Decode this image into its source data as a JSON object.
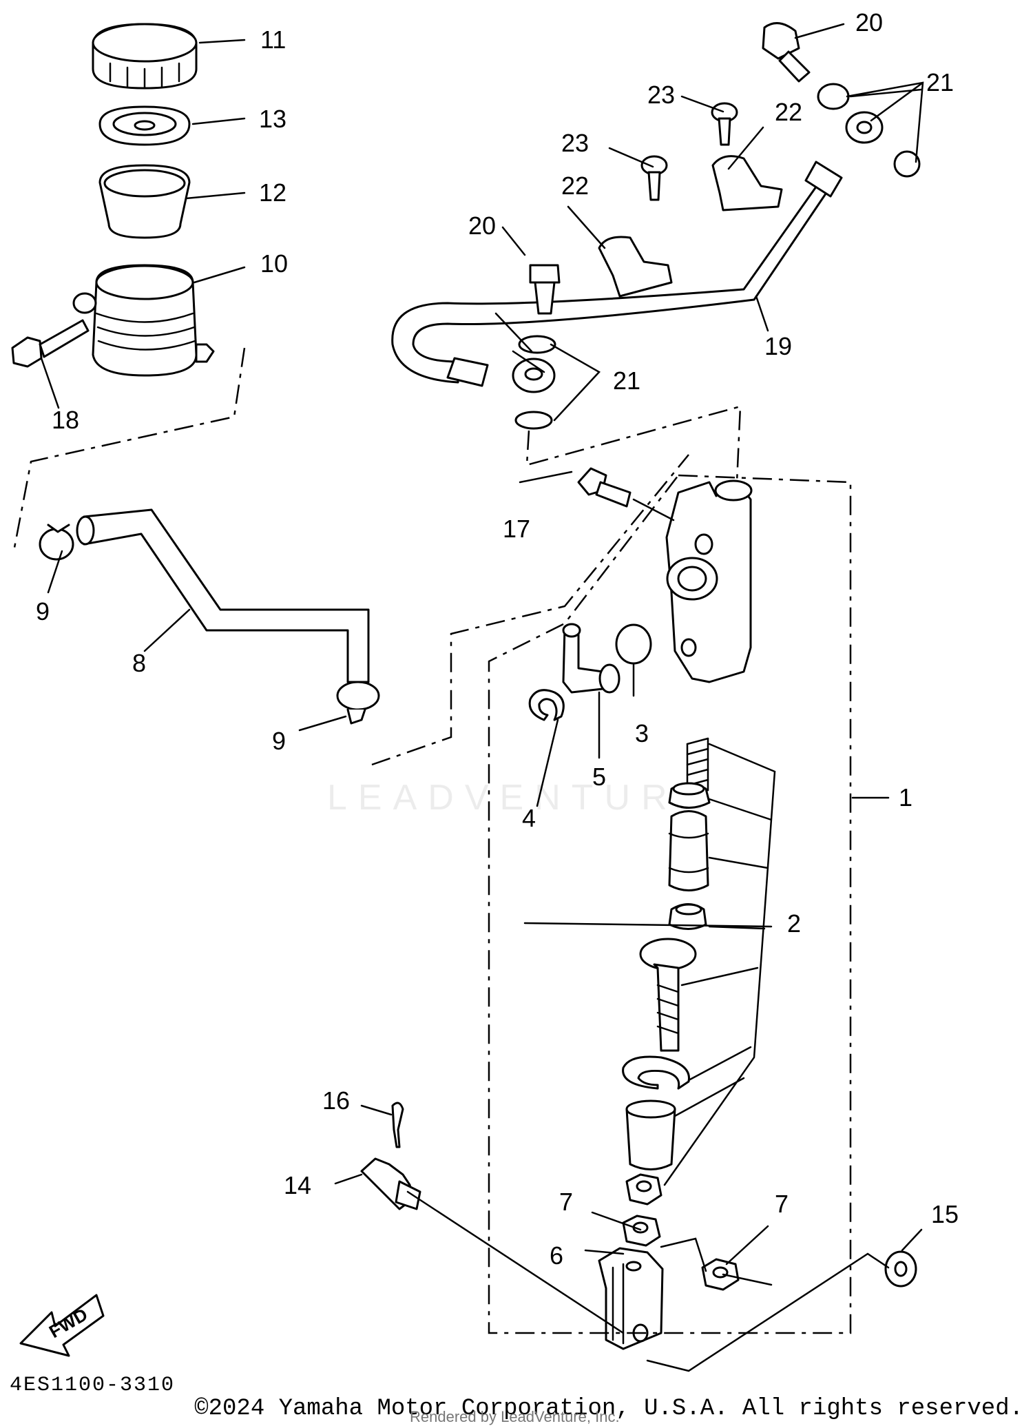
{
  "diagram": {
    "callouts": {
      "c1": "1",
      "c2": "2",
      "c3": "3",
      "c4": "4",
      "c5": "5",
      "c6": "6",
      "c7a": "7",
      "c7b": "7",
      "c8": "8",
      "c9a": "9",
      "c9b": "9",
      "c10": "10",
      "c11": "11",
      "c12": "12",
      "c13": "13",
      "c14": "14",
      "c15": "15",
      "c16": "16",
      "c17": "17",
      "c18": "18",
      "c19": "19",
      "c20a": "20",
      "c20b": "20",
      "c21a": "21",
      "c21b": "21",
      "c22a": "22",
      "c22b": "22",
      "c23a": "23",
      "c23b": "23"
    },
    "fwd_label": "FWD",
    "diagram_code": "4ES1100-3310",
    "watermark": "LEADVENTURE",
    "copyright": "©2024 Yamaha Motor Corporation, U.S.A. All rights reserved.",
    "rendered_by": "Rendered by LeadVenture, Inc."
  }
}
